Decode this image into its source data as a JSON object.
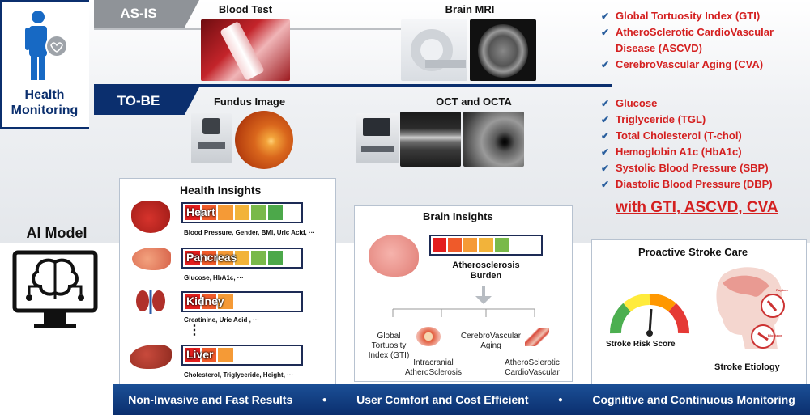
{
  "header": {
    "health_monitoring": "Health\nMonitoring",
    "asis": "AS-IS",
    "tobe": "TO-BE",
    "blood_test": "Blood Test",
    "brain_mri": "Brain MRI",
    "fundus_image": "Fundus Image",
    "oct_octa": "OCT and OCTA"
  },
  "asis_list": [
    "Global Tortuosity Index (GTI)",
    "AtheroSclerotic CardioVascular Disease (ASCVD)",
    "CerebroVascular Aging (CVA)"
  ],
  "tobe_list": [
    "Glucose",
    "Triglyceride (TGL)",
    "Total Cholesterol (T-chol)",
    "Hemoglobin A1c (HbA1c)",
    "Systolic Blood Pressure (SBP)",
    "Diastolic Blood Pressure (DBP)"
  ],
  "with_line": "with GTI, ASCVD, CVA",
  "ai_model": "AI Model",
  "health_insights": {
    "title": "Health Insights",
    "rows": [
      {
        "organ": "Heart",
        "level": 6,
        "note": "Blood Pressure, Gender, BMI, Uric Acid, ···"
      },
      {
        "organ": "Pancreas",
        "level": 6,
        "note": "Glucose, HbA1c, ···"
      },
      {
        "organ": "Kidney",
        "level": 3,
        "note": "Creatinine, Uric Acid , ···"
      },
      {
        "organ": "Liver",
        "level": 3,
        "note": "Cholesterol, Triglyceride, Height, ···"
      }
    ],
    "ellipsis": "⋮"
  },
  "brain_insights": {
    "title": "Brain Insights",
    "bar_level": 5,
    "burden": "Atherosclerosis\nBurden",
    "items": [
      "Global\nTortuosity\nIndex (GTI)",
      "Intracranial\nAtheroSclerosis",
      "CerebroVascular\nAging",
      "AtheroSclerotic\nCardioVascular"
    ]
  },
  "stroke": {
    "title": "Proactive Stroke Care",
    "risk_label": "Stroke Risk Score",
    "etiology_label": "Stroke Etiology",
    "rupture": "Rupture",
    "blockage": "Blockage"
  },
  "footer": {
    "items": [
      "Non-Invasive and Fast Results",
      "User Comfort and Cost Efficient",
      "Cognitive and Continuous Monitoring"
    ],
    "separator": "●"
  },
  "colors": {
    "navy": "#0b2f6e",
    "red": "#d42020",
    "seg": [
      "#e31e1e",
      "#ef5a2a",
      "#f59a36",
      "#f2b33a",
      "#79b94a",
      "#4ca84a",
      "#36963f"
    ]
  }
}
